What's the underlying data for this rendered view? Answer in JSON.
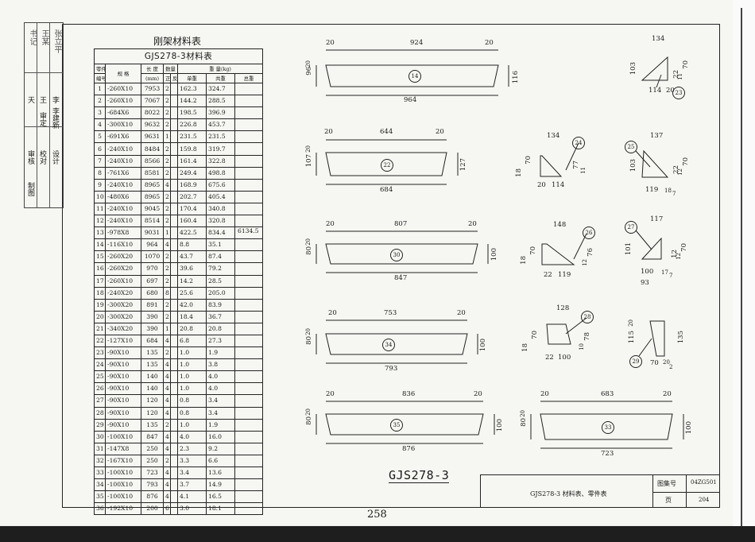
{
  "stamp": {
    "labels": [
      "审核",
      "校对",
      "设计",
      "制图",
      "天",
      "王",
      "李",
      "审定",
      "李建新"
    ],
    "hand": [
      "书记",
      "王某",
      "张立平"
    ]
  },
  "table": {
    "title": "刚架材料表",
    "caption": "GJS278-3材料表",
    "headers": {
      "part": "零件",
      "part_no": "编号",
      "spec": "规  格",
      "length": "长 度",
      "length_unit": "(mm)",
      "qty": "数量",
      "qty_pos": "正",
      "qty_neg": "反",
      "weight": "重 量(kg)",
      "unit_w": "单重",
      "total_w": "共重",
      "grand": "总重"
    },
    "grand_total": "6134.5",
    "rows": [
      [
        "1",
        "-260X10",
        "7953",
        "2",
        "",
        "162.3",
        "324.7"
      ],
      [
        "2",
        "-260X10",
        "7067",
        "2",
        "",
        "144.2",
        "288.5"
      ],
      [
        "3",
        "-684X6",
        "8022",
        "2",
        "",
        "198.5",
        "396.9"
      ],
      [
        "4",
        "-300X10",
        "9632",
        "2",
        "",
        "226.8",
        "453.7"
      ],
      [
        "5",
        "-691X6",
        "9631",
        "1",
        "",
        "231.5",
        "231.5"
      ],
      [
        "6",
        "-240X10",
        "8484",
        "2",
        "",
        "159.8",
        "319.7"
      ],
      [
        "7",
        "-240X10",
        "8566",
        "2",
        "",
        "161.4",
        "322.8"
      ],
      [
        "8",
        "-761X6",
        "8581",
        "2",
        "",
        "249.4",
        "498.8"
      ],
      [
        "9",
        "-240X10",
        "8965",
        "4",
        "",
        "168.9",
        "675.6"
      ],
      [
        "10",
        "-480X6",
        "8965",
        "2",
        "",
        "202.7",
        "405.4"
      ],
      [
        "11",
        "-240X10",
        "9045",
        "2",
        "",
        "170.4",
        "340.8"
      ],
      [
        "12",
        "-240X10",
        "8514",
        "2",
        "",
        "160.4",
        "320.8"
      ],
      [
        "13",
        "-978X8",
        "9031",
        "1",
        "",
        "422.5",
        "834.4"
      ],
      [
        "14",
        "-116X10",
        "964",
        "4",
        "",
        "8.8",
        "35.1"
      ],
      [
        "15",
        "-260X20",
        "1070",
        "2",
        "",
        "43.7",
        "87.4"
      ],
      [
        "16",
        "-260X20",
        "970",
        "2",
        "",
        "39.6",
        "79.2"
      ],
      [
        "17",
        "-260X10",
        "697",
        "2",
        "",
        "14.2",
        "28.5"
      ],
      [
        "18",
        "-240X20",
        "680",
        "8",
        "",
        "25.6",
        "205.0"
      ],
      [
        "19",
        "-300X20",
        "891",
        "2",
        "",
        "42.0",
        "83.9"
      ],
      [
        "20",
        "-300X20",
        "390",
        "2",
        "",
        "18.4",
        "36.7"
      ],
      [
        "21",
        "-340X20",
        "390",
        "1",
        "",
        "20.8",
        "20.8"
      ],
      [
        "22",
        "-127X10",
        "684",
        "4",
        "",
        "6.8",
        "27.3"
      ],
      [
        "23",
        "-90X10",
        "135",
        "2",
        "",
        "1.0",
        "1.9"
      ],
      [
        "24",
        "-90X10",
        "135",
        "4",
        "",
        "1.0",
        "3.8"
      ],
      [
        "25",
        "-90X10",
        "140",
        "4",
        "",
        "1.0",
        "4.0"
      ],
      [
        "26",
        "-90X10",
        "140",
        "4",
        "",
        "1.0",
        "4.0"
      ],
      [
        "27",
        "-90X10",
        "120",
        "4",
        "",
        "0.8",
        "3.4"
      ],
      [
        "28",
        "-90X10",
        "120",
        "4",
        "",
        "0.8",
        "3.4"
      ],
      [
        "29",
        "-90X10",
        "135",
        "2",
        "",
        "1.0",
        "1.9"
      ],
      [
        "30",
        "-100X10",
        "847",
        "4",
        "",
        "4.0",
        "16.0"
      ],
      [
        "31",
        "-147X8",
        "250",
        "4",
        "",
        "2.3",
        "9.2"
      ],
      [
        "32",
        "-167X10",
        "250",
        "2",
        "",
        "3.3",
        "6.6"
      ],
      [
        "33",
        "-100X10",
        "723",
        "4",
        "",
        "3.4",
        "13.6"
      ],
      [
        "34",
        "-100X10",
        "793",
        "4",
        "",
        "3.7",
        "14.9"
      ],
      [
        "35",
        "-100X10",
        "876",
        "4",
        "",
        "4.1",
        "16.5"
      ],
      [
        "36",
        "-192X10",
        "200",
        "6",
        "",
        "3.0",
        "18.1"
      ]
    ]
  },
  "drawings": {
    "p14": {
      "id": "14",
      "top": "924",
      "left": "20",
      "right": "20",
      "bottom": "964",
      "h_left1": "96",
      "h_left2": "20",
      "h_right": "116"
    },
    "p22": {
      "id": "22",
      "top": "644",
      "left": "20",
      "right": "20",
      "bottom": "684",
      "h_left1": "107",
      "h_left2": "20",
      "h_right": "127"
    },
    "p30": {
      "id": "30",
      "top": "807",
      "left": "20",
      "right": "20",
      "bottom": "847",
      "h_left1": "80",
      "h_left2": "20",
      "h_right": "100"
    },
    "p34": {
      "id": "34",
      "top": "753",
      "left": "20",
      "right": "20",
      "bottom": "793",
      "h_left1": "80",
      "h_left2": "20",
      "h_right": "100"
    },
    "p35": {
      "id": "35",
      "top": "836",
      "left": "20",
      "right": "20",
      "bottom": "876",
      "h_left1": "80",
      "h_left2": "20",
      "h_right": "100"
    },
    "p33": {
      "id": "33",
      "top": "683",
      "left": "20",
      "right": "20",
      "bottom": "723",
      "h_left1": "80",
      "h_left2": "20",
      "h_right": "100"
    },
    "p23": {
      "id": "23",
      "w": "134",
      "h": "103",
      "b1": "114",
      "b2": "20",
      "r1": "70",
      "r2": "22",
      "r3": "11"
    },
    "p24": {
      "id": "24",
      "w": "134",
      "h1": "18",
      "h2": "70",
      "b1": "20",
      "b2": "114",
      "r1": "77",
      "r2": "11"
    },
    "p25": {
      "id": "25",
      "w": "137",
      "h": "103",
      "b1": "119",
      "b2": "18",
      "b3": "7",
      "r1": "70",
      "r2": "22",
      "r3": "12"
    },
    "p26": {
      "id": "26",
      "w": "148",
      "h1": "18",
      "h2": "70",
      "b1": "22",
      "b2": "119",
      "r1": "76",
      "r2": "12"
    },
    "p27": {
      "id": "27",
      "w": "117",
      "h": "101",
      "b1": "100",
      "b2": "17",
      "b3": "7",
      "b4": "93",
      "r1": "70",
      "r2": "12",
      "r3": "12"
    },
    "p28": {
      "id": "28",
      "w": "128",
      "h1": "18",
      "h2": "70",
      "b1": "22",
      "b2": "100",
      "r1": "78",
      "r2": "10"
    },
    "p29": {
      "id": "29",
      "h1": "115",
      "h2": "20",
      "r": "135",
      "b1": "70",
      "b2": "20",
      "b3": "2"
    }
  },
  "drawing_title": "GJS278-3",
  "title_block": {
    "name": "GJS278-3 材料表、零件表",
    "atlas_label": "图集号",
    "atlas_no": "04ZG501",
    "page_label": "页",
    "page_no": "204"
  },
  "page_number": "258"
}
